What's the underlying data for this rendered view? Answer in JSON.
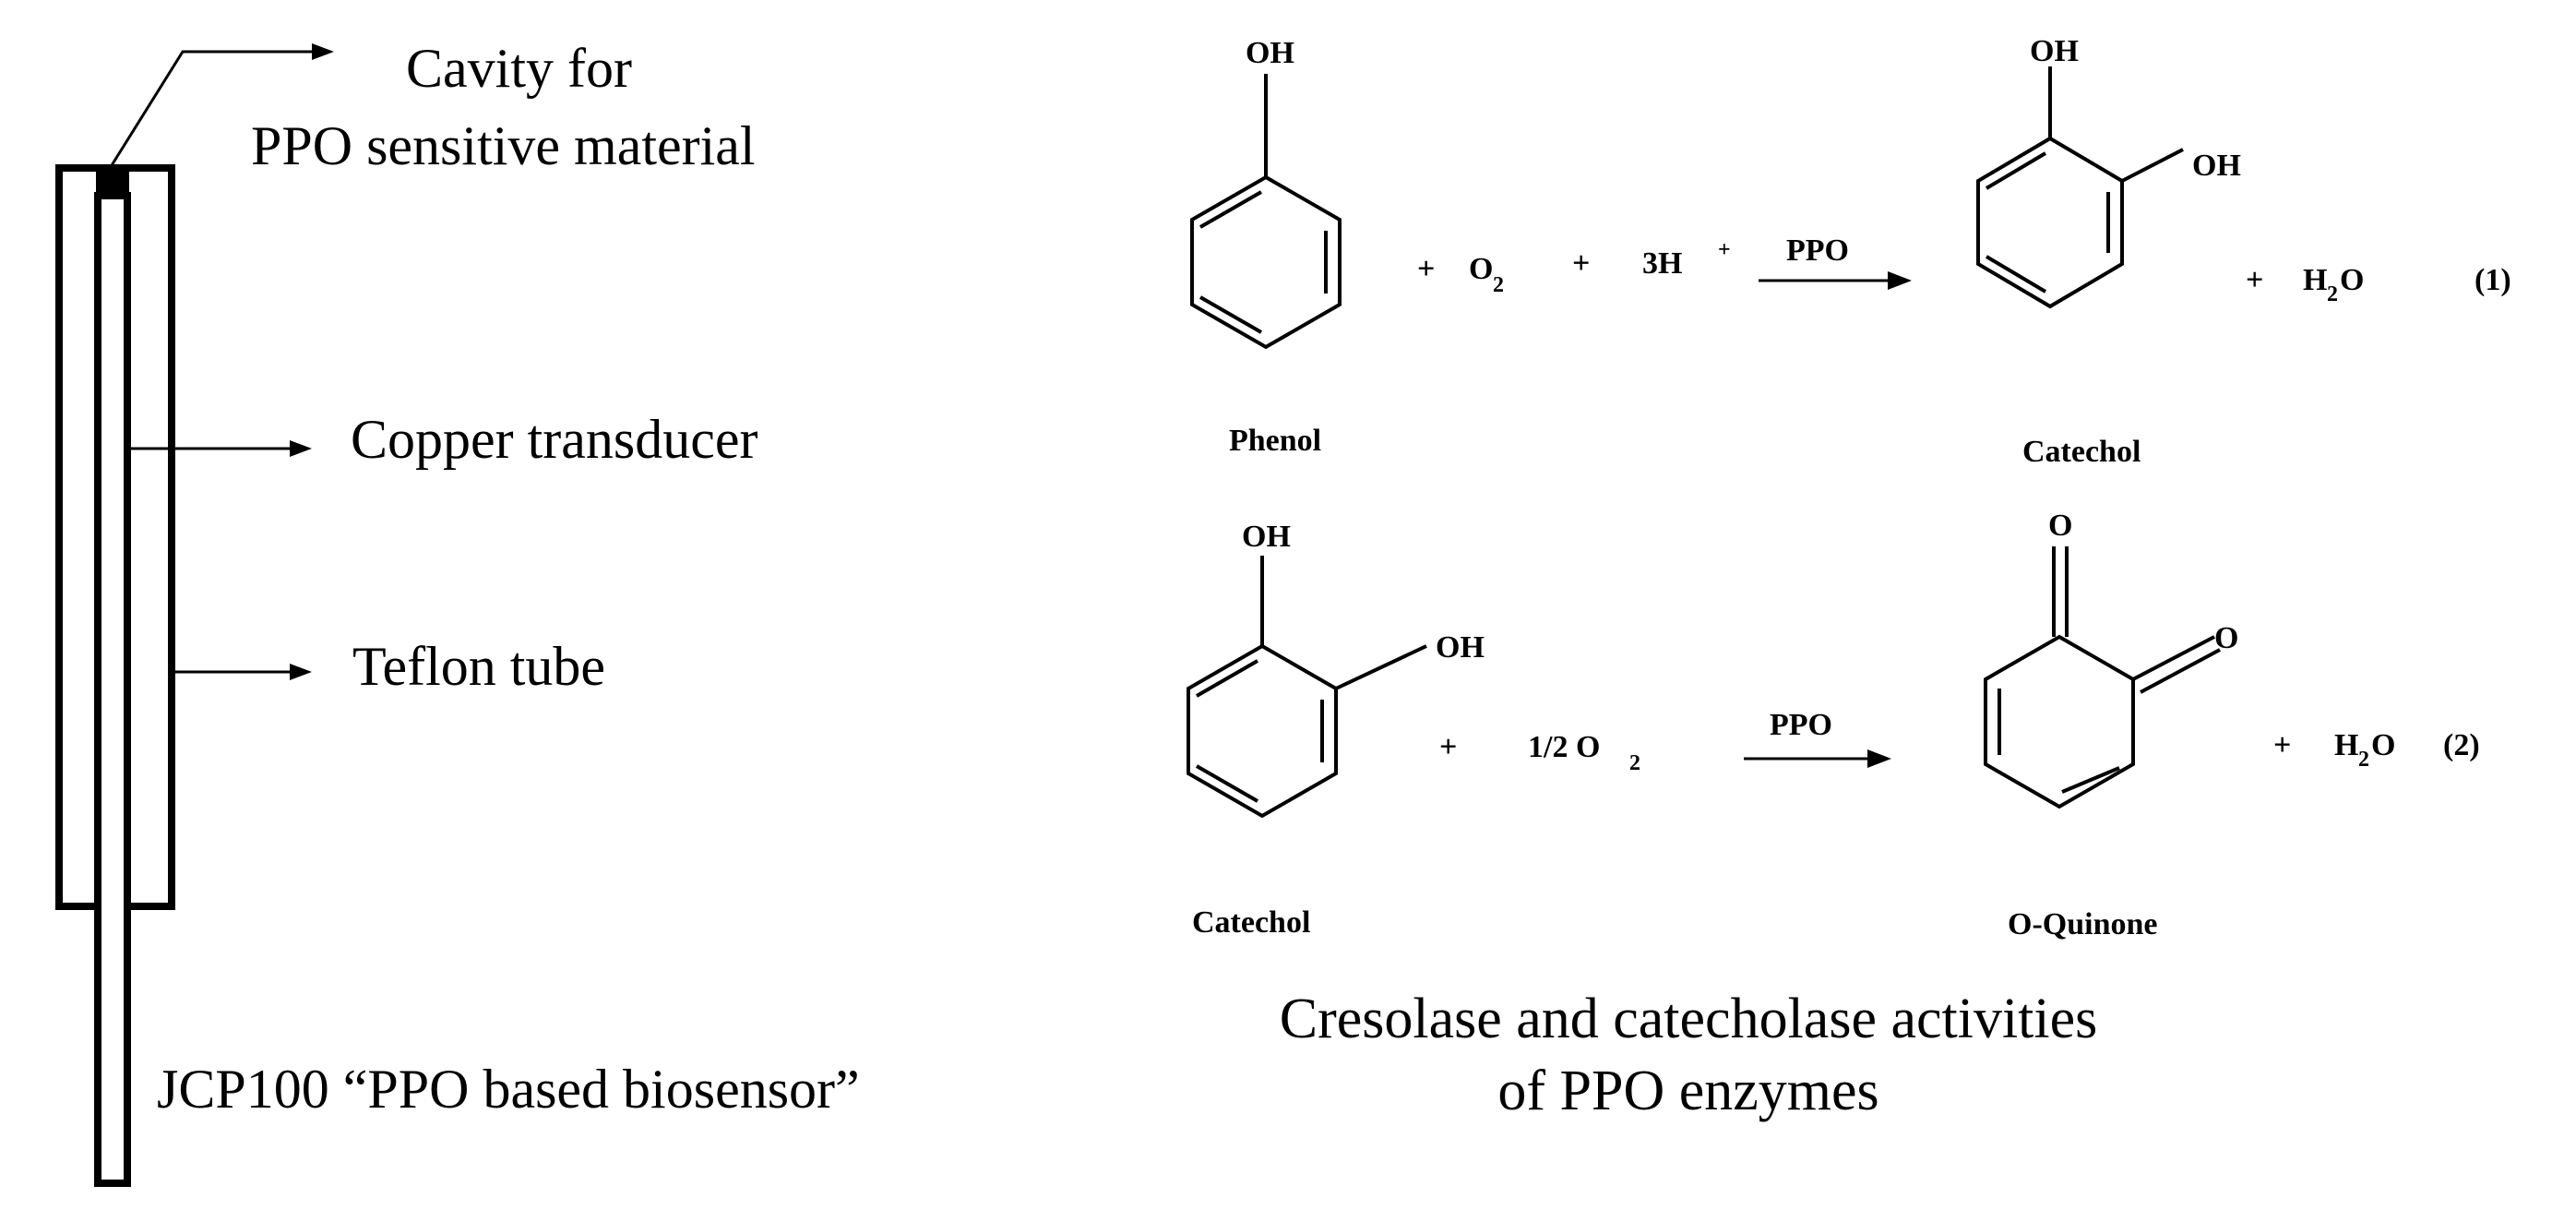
{
  "device": {
    "cavity_label_1": "Cavity for",
    "cavity_label_2": "PPO sensitive material",
    "copper_label": "Copper transducer",
    "teflon_label": "Teflon tube",
    "device_label": "JCP100 “PPO based biosensor”"
  },
  "reaction1": {
    "reactant_oh": "OH",
    "reactant_name": "Phenol",
    "plus_1": "+",
    "o2": "O",
    "o2_sub": "2",
    "plus_2": "+",
    "h3": "3H",
    "h3_sup": "+",
    "enzyme": "PPO",
    "product_oh_1": "OH",
    "product_oh_2": "OH",
    "product_name": "Catechol",
    "plus_3": "+",
    "water_h": "H",
    "water_sub": "2",
    "water_o": "O",
    "number": "(1)"
  },
  "reaction2": {
    "reactant_oh_1": "OH",
    "reactant_oh_2": "OH",
    "reactant_name": "Catechol",
    "plus_1": "+",
    "o2": "1/2 O",
    "o2_sub": "2",
    "enzyme": "PPO",
    "product_o_1": "O",
    "product_o_2": "O",
    "product_name": "O-Quinone",
    "plus_2": "+",
    "water_h": "H",
    "water_sub": "2",
    "water_o": "O",
    "number": "(2)"
  },
  "caption": {
    "line1": "Cresolase and catecholase activities",
    "line2": "of PPO enzymes"
  }
}
